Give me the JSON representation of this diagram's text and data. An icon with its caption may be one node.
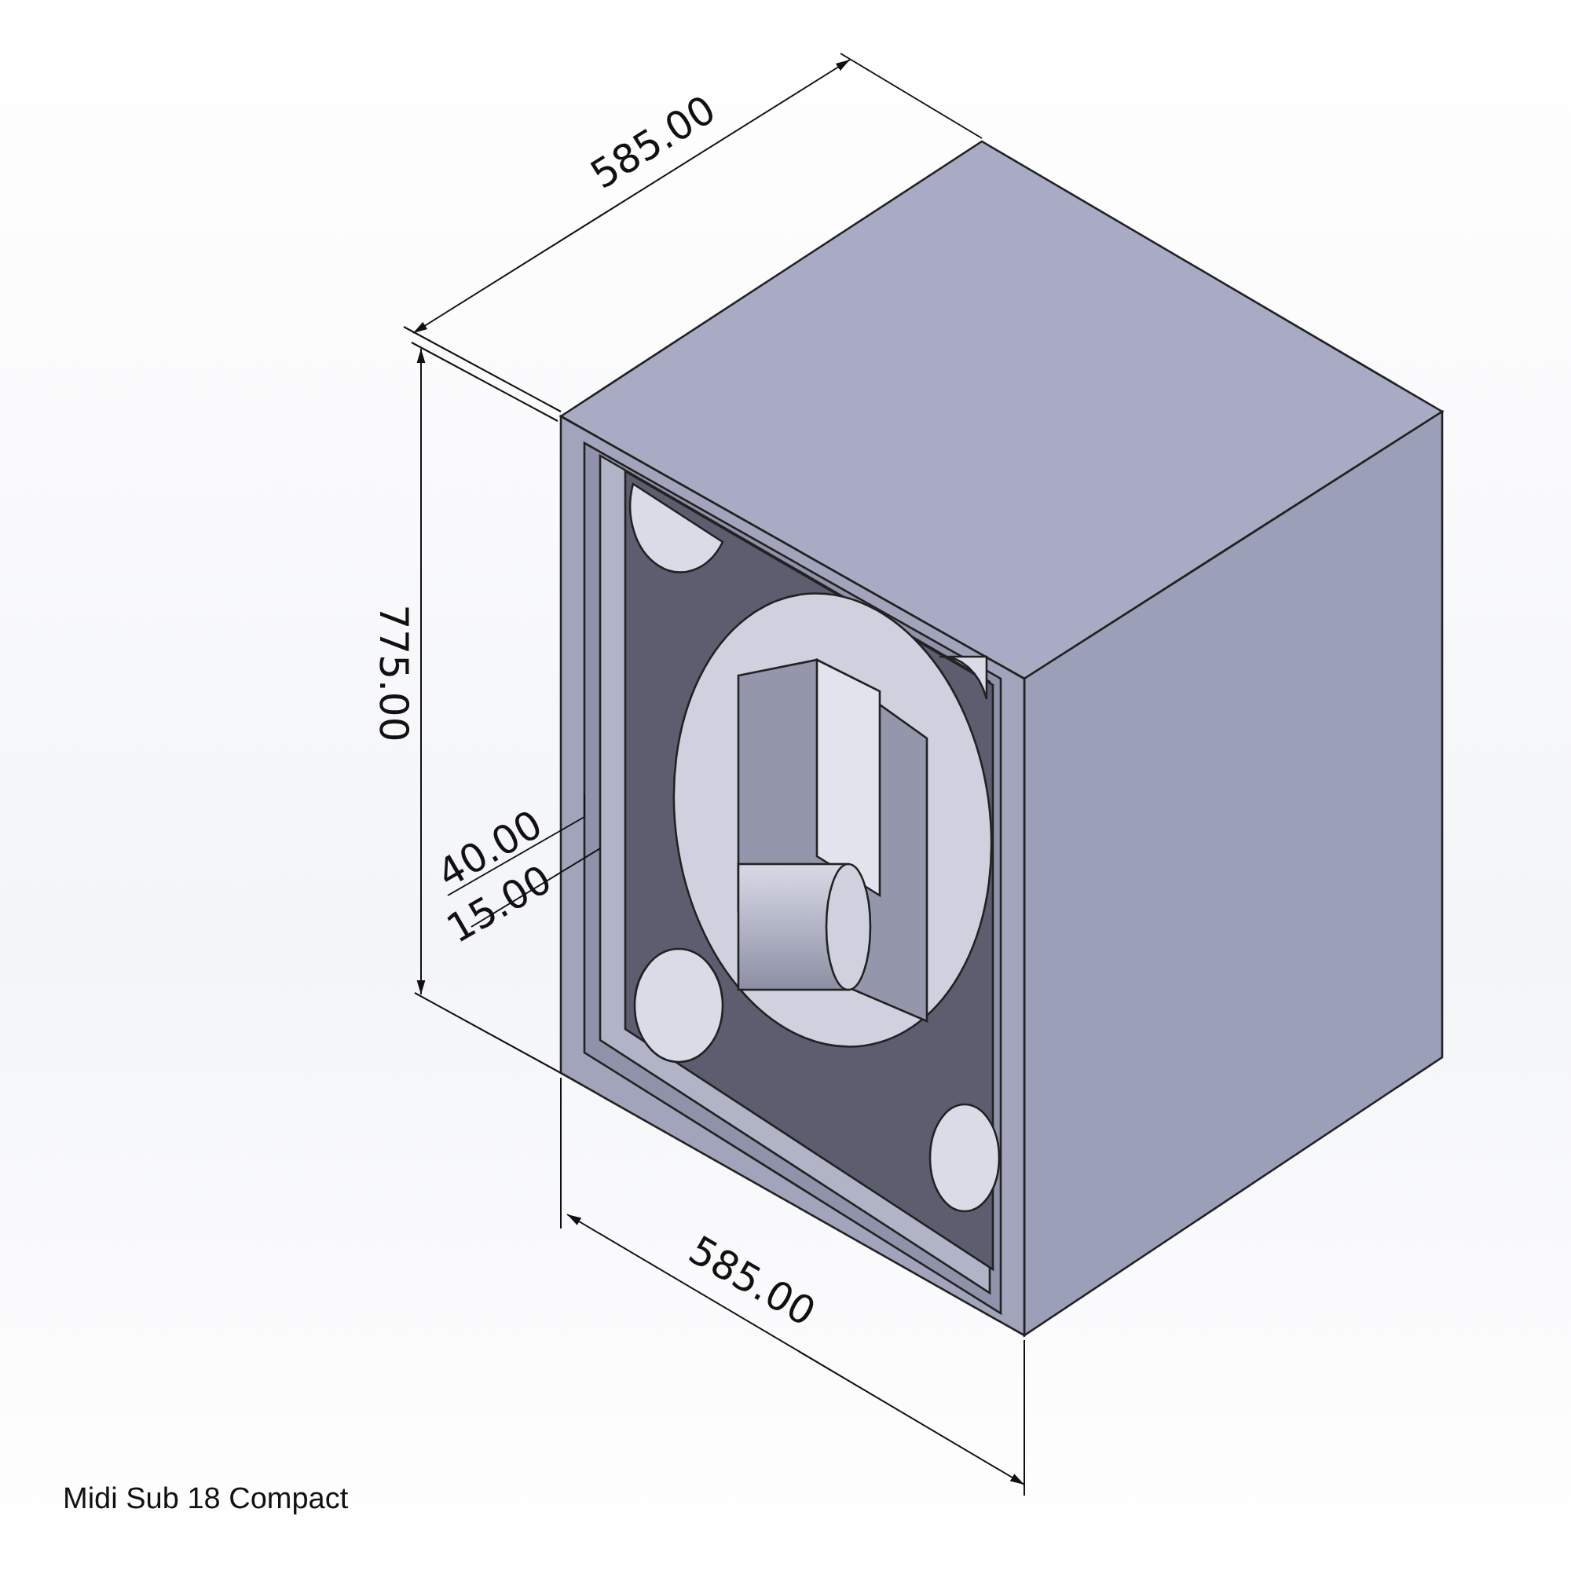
{
  "diagram": {
    "caption": "Midi Sub 18 Compact",
    "labels": [
      "585.00",
      "775.00",
      "40.00",
      "15.00",
      "585.00"
    ]
  }
}
